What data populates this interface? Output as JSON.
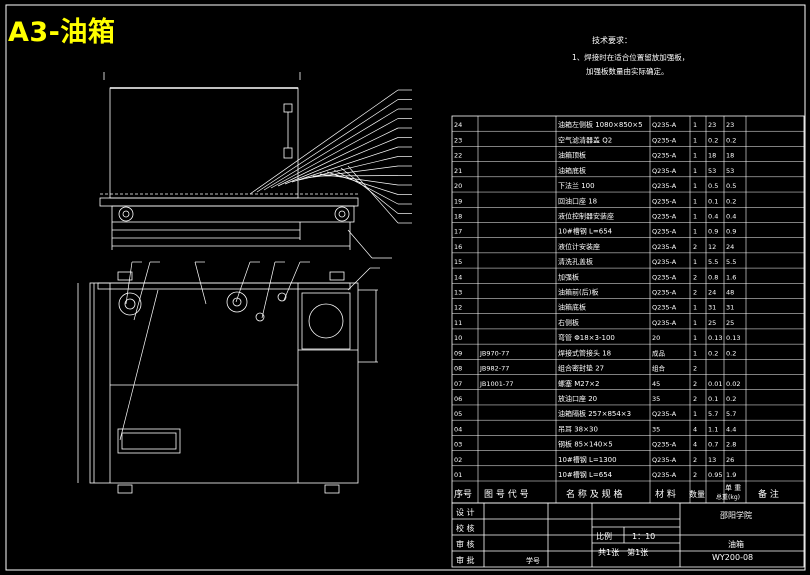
{
  "title": "A3-油箱",
  "notes": {
    "heading": "技术要求：",
    "line1": "1、焊接时在适合位置留放加强板，",
    "line2": "加强板数量由实际确定。"
  },
  "parts_table": {
    "columns": [
      "序号",
      "图号代号",
      "名称及规格",
      "材料",
      "数量",
      "单重",
      "总重(kg)",
      "备注"
    ],
    "header_labels": {
      "seq": "序号",
      "code": "图 号 代 号",
      "name": "名 称 及 规 格",
      "material": "材  料",
      "qty": "数量",
      "unit_weight": "单 重",
      "total_weight": "总重(kg)",
      "remark": "备  注"
    },
    "rows": [
      {
        "no": "24",
        "code": "",
        "name": "油箱左侧板 1080×850×5",
        "mat": "Q235-A",
        "qty": "1",
        "unit": "23",
        "total": "23"
      },
      {
        "no": "23",
        "code": "",
        "name": "空气滤清器盖 Q2",
        "mat": "Q235-A",
        "qty": "1",
        "unit": "0.2",
        "total": "0.2"
      },
      {
        "no": "22",
        "code": "",
        "name": "油箱顶板",
        "mat": "Q235-A",
        "qty": "1",
        "unit": "18",
        "total": "18"
      },
      {
        "no": "21",
        "code": "",
        "name": "油箱底板",
        "mat": "Q235-A",
        "qty": "1",
        "unit": "53",
        "total": "53"
      },
      {
        "no": "20",
        "code": "",
        "name": "下法兰 100",
        "mat": "Q235-A",
        "qty": "1",
        "unit": "0.5",
        "total": "0.5"
      },
      {
        "no": "19",
        "code": "",
        "name": "回油口座 18",
        "mat": "Q235-A",
        "qty": "1",
        "unit": "0.1",
        "total": "0.2"
      },
      {
        "no": "18",
        "code": "",
        "name": "液位控制器安装座",
        "mat": "Q235-A",
        "qty": "1",
        "unit": "0.4",
        "total": "0.4"
      },
      {
        "no": "17",
        "code": "",
        "name": "10#槽钢 L=654",
        "mat": "Q235-A",
        "qty": "1",
        "unit": "0.9",
        "total": "0.9"
      },
      {
        "no": "16",
        "code": "",
        "name": "液位计安装座",
        "mat": "Q235-A",
        "qty": "2",
        "unit": "12",
        "total": "24"
      },
      {
        "no": "15",
        "code": "",
        "name": "清洗孔盖板",
        "mat": "Q235-A",
        "qty": "1",
        "unit": "5.5",
        "total": "5.5"
      },
      {
        "no": "14",
        "code": "",
        "name": "加强板",
        "mat": "Q235-A",
        "qty": "2",
        "unit": "0.8",
        "total": "1.6"
      },
      {
        "no": "13",
        "code": "",
        "name": "油箱前(后)板",
        "mat": "Q235-A",
        "qty": "2",
        "unit": "24",
        "total": "48"
      },
      {
        "no": "12",
        "code": "",
        "name": "油箱底板",
        "mat": "Q235-A",
        "qty": "1",
        "unit": "31",
        "total": "31"
      },
      {
        "no": "11",
        "code": "",
        "name": "右侧板",
        "mat": "Q235-A",
        "qty": "1",
        "unit": "25",
        "total": "25"
      },
      {
        "no": "10",
        "code": "",
        "name": "弯管 Φ18×3-100",
        "mat": "20",
        "qty": "1",
        "unit": "0.13",
        "total": "0.13"
      },
      {
        "no": "09",
        "code": "JB970-77",
        "name": "焊接式管接头 18",
        "mat": "成品",
        "qty": "1",
        "unit": "0.2",
        "total": "0.2"
      },
      {
        "no": "08",
        "code": "JB982-77",
        "name": "组合密封垫 27",
        "mat": "组合",
        "qty": "2",
        "unit": "",
        "total": ""
      },
      {
        "no": "07",
        "code": "JB1001-77",
        "name": "螺塞 M27×2",
        "mat": "45",
        "qty": "2",
        "unit": "0.01",
        "total": "0.02"
      },
      {
        "no": "06",
        "code": "",
        "name": "放油口座 20",
        "mat": "35",
        "qty": "2",
        "unit": "0.1",
        "total": "0.2"
      },
      {
        "no": "05",
        "code": "",
        "name": "油箱隔板 257×854×3",
        "mat": "Q235-A",
        "qty": "1",
        "unit": "5.7",
        "total": "5.7"
      },
      {
        "no": "04",
        "code": "",
        "name": "吊耳 38×30",
        "mat": "35",
        "qty": "4",
        "unit": "1.1",
        "total": "4.4"
      },
      {
        "no": "03",
        "code": "",
        "name": "钢板 85×140×5",
        "mat": "Q235-A",
        "qty": "4",
        "unit": "0.7",
        "total": "2.8"
      },
      {
        "no": "02",
        "code": "",
        "name": "10#槽钢 L=1300",
        "mat": "Q235-A",
        "qty": "2",
        "unit": "13",
        "total": "26"
      },
      {
        "no": "01",
        "code": "",
        "name": "10#槽钢 L=654",
        "mat": "Q235-A",
        "qty": "2",
        "unit": "0.95",
        "total": "1.9"
      }
    ]
  },
  "title_block": {
    "design": "设 计",
    "check": "校 核",
    "review": "审 核",
    "approve": "审 批",
    "student_no": "学号",
    "scale_label": "比例",
    "scale_value": "1：10",
    "sheets": "共1张　第1张",
    "school": "邵阳学院",
    "drawing_name": "油箱",
    "drawing_no": "WY200-08"
  },
  "colors": {
    "background": "#000000",
    "lines": "#ffffff",
    "title": "#ffff00"
  }
}
